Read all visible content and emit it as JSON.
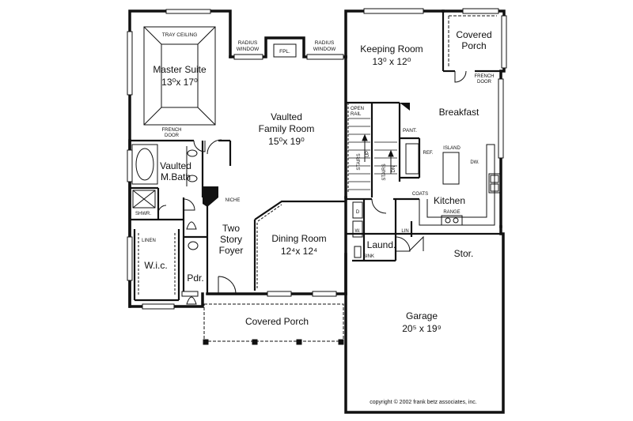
{
  "rooms": {
    "master_suite": {
      "name": "Master Suite",
      "dims": "13⁰x 17⁰"
    },
    "vaulted_bath": {
      "line1": "Vaulted",
      "line2": "M.Bath"
    },
    "wic": {
      "name": "W.i.c."
    },
    "keeping_room": {
      "name": "Keeping Room",
      "dims": "13⁰ x 12⁰"
    },
    "covered_porch_top": {
      "line1": "Covered",
      "line2": "Porch"
    },
    "breakfast": {
      "name": "Breakfast"
    },
    "family_room": {
      "line1": "Vaulted",
      "line2": "Family Room",
      "dims": "15⁰x 19⁰"
    },
    "kitchen": {
      "name": "Kitchen"
    },
    "dining_room": {
      "name": "Dining Room",
      "dims": "12⁴x 12⁴"
    },
    "foyer": {
      "line1": "Two",
      "line2": "Story",
      "line3": "Foyer"
    },
    "laundry": {
      "name": "Laund."
    },
    "storage": {
      "name": "Stor."
    },
    "powder": {
      "name": "Pdr."
    },
    "covered_porch_front": {
      "name": "Covered Porch"
    },
    "garage": {
      "name": "Garage",
      "dims": "20⁵ x 19⁹"
    }
  },
  "labels": {
    "tray_ceiling": "TRAY CEILING",
    "radius_window": "RADIUS",
    "radius_window_2": "WINDOW",
    "fireplace": "FPL.",
    "french_door": "FRENCH",
    "french_door_2": "DOOR",
    "open_rail": "OPEN",
    "open_rail_2": "RAIL",
    "pantry": "PANT.",
    "refrigerator": "REF.",
    "island": "ISLAND",
    "dishwasher": "DW.",
    "stairs_up": "STAIRS",
    "up": "UP",
    "stairs_dn": "STAIRS",
    "dn": "DN",
    "coats": "COATS",
    "range": "RANGE",
    "niche": "NICHE",
    "shower": "SHWR.",
    "linen": "LINEN",
    "linen_closet": "LIN",
    "dryer": "D",
    "washer": "W.",
    "sink": "SINK",
    "copyright": "copyright  ©  2002 frank betz associates, inc."
  }
}
